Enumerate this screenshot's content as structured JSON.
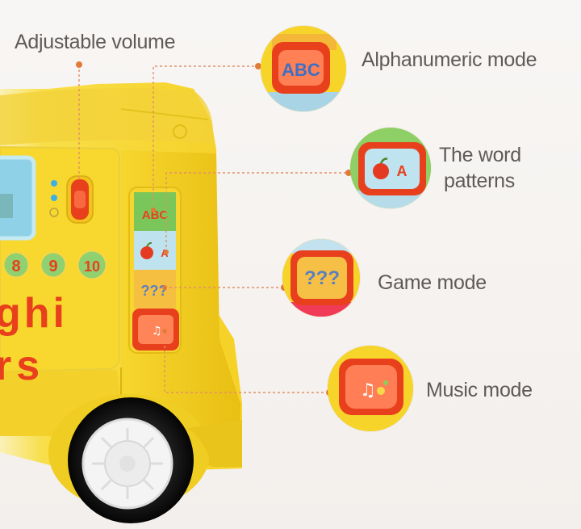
{
  "labels": {
    "volume": "Adjustable volume",
    "alphanumeric": "Alphanumeric mode",
    "word_patterns_1": "The word",
    "word_patterns_2": "patterns",
    "game": "Game mode",
    "music": "Music mode"
  },
  "toy_buttons": {
    "num_8": "8",
    "num_9": "9",
    "num_10": "10",
    "letters_row1": "ghi",
    "letters_row2": "rs",
    "abc": "ABC",
    "apple_a": "A",
    "question": "???"
  },
  "colors": {
    "bus_yellow": "#f7d52b",
    "button_red": "#e8401c",
    "callout_line": "#e49068"
  }
}
